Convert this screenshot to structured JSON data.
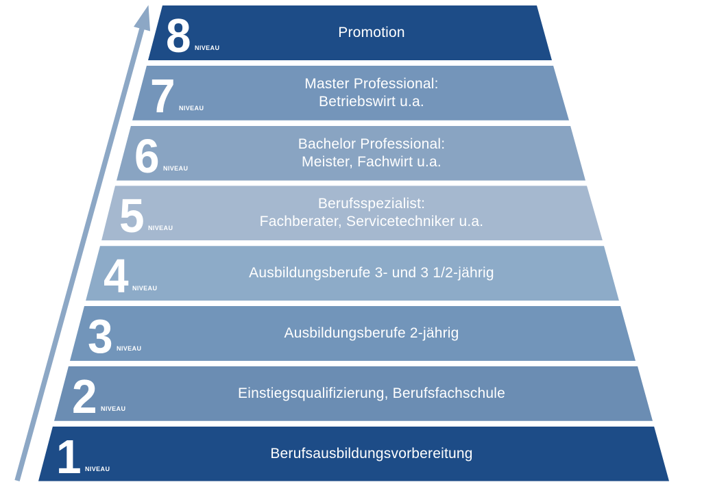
{
  "diagram": {
    "arrow": {
      "icon": "up-arrow",
      "color": "#8ca7c5"
    },
    "levels": [
      {
        "number": "8",
        "niveau": "NIVEAU",
        "lines": [
          "Promotion"
        ],
        "color": "#1d4c87"
      },
      {
        "number": "7",
        "niveau": "NIVEAU",
        "lines": [
          "Master Professional:",
          "Betriebswirt u.a."
        ],
        "color": "#7495ba"
      },
      {
        "number": "6",
        "niveau": "NIVEAU",
        "lines": [
          "Bachelor Professional:",
          "Meister, Fachwirt u.a."
        ],
        "color": "#89a4c2"
      },
      {
        "number": "5",
        "niveau": "NIVEAU",
        "lines": [
          "Berufsspezialist:",
          "Fachberater, Servicetechniker u.a."
        ],
        "color": "#a5b8cf"
      },
      {
        "number": "4",
        "niveau": "NIVEAU",
        "lines": [
          "Ausbildungsberufe 3- und 3 1/2-jährig"
        ],
        "color": "#8dabc8"
      },
      {
        "number": "3",
        "niveau": "NIVEAU",
        "lines": [
          "Ausbildungsberufe 2-jährig"
        ],
        "color": "#7295ba"
      },
      {
        "number": "2",
        "niveau": "NIVEAU",
        "lines": [
          "Einstiegsqualifizierung, Berufsfachschule"
        ],
        "color": "#6b8db3"
      },
      {
        "number": "1",
        "niveau": "NIVEAU",
        "lines": [
          "Berufsausbildungsvorbereitung"
        ],
        "color": "#1d4c87"
      }
    ]
  }
}
